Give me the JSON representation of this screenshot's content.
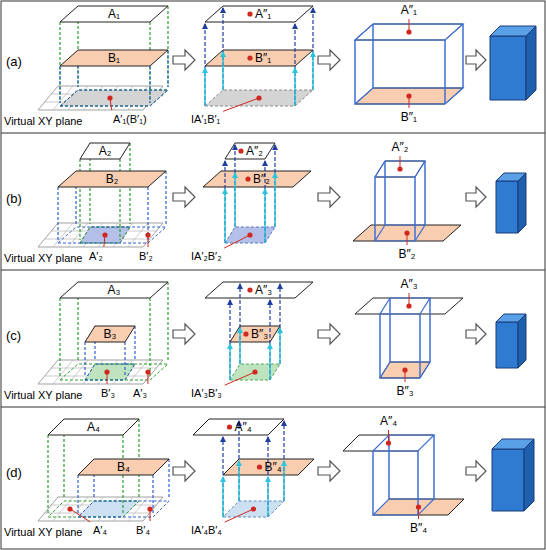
{
  "diagram": {
    "nodes": [
      {
        "text": [
          "A₁"
        ]
      },
      {
        "text": [
          "B₁"
        ]
      },
      {
        "text": [
          "A₂"
        ]
      },
      {
        "text": [
          "B₂"
        ]
      },
      {
        "text": [
          "A₃"
        ]
      },
      {
        "text": [
          "B₃"
        ]
      },
      {
        "text": [
          "A₄"
        ]
      },
      {
        "text": [
          "B₄"
        ]
      }
    ],
    "labels": [
      "(a)",
      "A′₁(B′₁)",
      "Virtual XY plane",
      "A″₁",
      "B″₁",
      "IA′₁B′₁",
      "A″₁",
      "B″₁",
      "(b)",
      "A′₂",
      "B′₂",
      "Virtual XY plane",
      "A″₂",
      "B″₂",
      "IA′₂B′₂",
      "A″₂",
      "B″₂",
      "(c)",
      "A′₃",
      "B′₃",
      "Virtual XY plane",
      "A″₃",
      "B″₃",
      "IA′₃B′₃",
      "A″₃",
      "B″₃",
      "(d)",
      "A′₄",
      "B′₄",
      "Virtual XY plane",
      "A″₄",
      "B″₄",
      "IA′₄B′₄",
      "A″₄",
      "B″₄"
    ]
  }
}
